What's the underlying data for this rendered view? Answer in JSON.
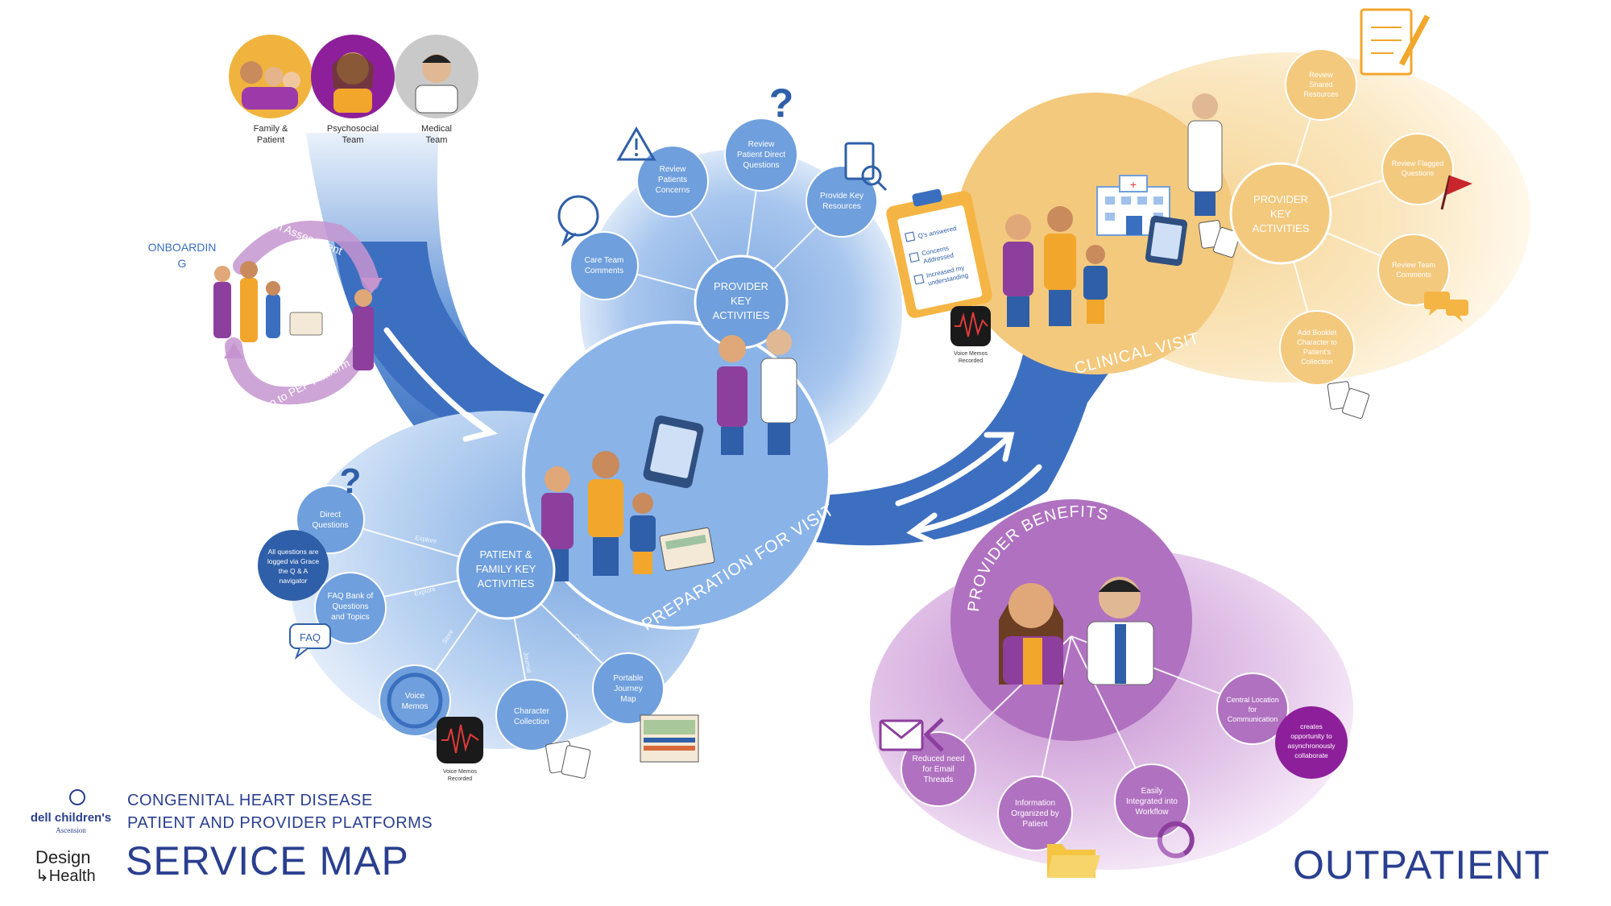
{
  "roles": {
    "family": [
      "Family &",
      "Patient"
    ],
    "psychosocial": [
      "Psychosocial",
      "Team"
    ],
    "medical": [
      "Medical",
      "Team"
    ]
  },
  "onboarding": {
    "label": [
      "ONBOARDIN",
      "G"
    ],
    "psych_assessment": "Psych Assessment",
    "intro_pep": "Intro to PEP Platform"
  },
  "provider_prep": {
    "hub": [
      "PROVIDER",
      "KEY",
      "ACTIVITIES"
    ],
    "nodes": [
      [
        "Care Team",
        "Comments"
      ],
      [
        "Review",
        "Patients",
        "Concerns"
      ],
      [
        "Review",
        "Patient Direct",
        "Questions"
      ],
      [
        "Provide Key",
        "Resources"
      ]
    ]
  },
  "prep_visit": {
    "label": "PREPARATION FOR VISIT"
  },
  "family_activities": {
    "hub": [
      "PATIENT &",
      "FAMILY KEY",
      "ACTIVITIES"
    ],
    "nodes": [
      [
        "Direct",
        "Questions"
      ],
      [
        "FAQ Bank of",
        "Questions",
        "and Topics"
      ],
      [
        "Voice",
        "Memos"
      ],
      [
        "Character",
        "Collection"
      ],
      [
        "Portable",
        "Journey",
        "Map"
      ]
    ],
    "note": [
      "All questions are",
      "logged via Grace",
      "the Q & A",
      "navigator"
    ],
    "faq_icon": "FAQ",
    "voice_memo_caption": [
      "Voice Memos",
      "Recorded"
    ],
    "connector_labels": [
      "Explore",
      "Explore",
      "Store",
      "Journal",
      "Connect"
    ]
  },
  "clinical": {
    "label": "CLINICAL VISIT",
    "hub": [
      "PROVIDER",
      "KEY",
      "ACTIVITIES"
    ],
    "nodes": [
      [
        "Review",
        "Shared",
        "Resources"
      ],
      [
        "Review Flagged",
        "Questions"
      ],
      [
        "Review Team",
        "Comments"
      ],
      [
        "Add Booklet",
        "Character to",
        "Patient's",
        "Collection"
      ]
    ],
    "clipboard": [
      "Q's answered",
      "Concerns",
      "Addressed",
      "Increased my",
      "understanding"
    ],
    "voice_memo_caption": [
      "Voice Memos",
      "Recorded"
    ]
  },
  "benefits": {
    "label": "PROVIDER BENEFITS",
    "nodes": [
      [
        "Reduced need",
        "for Email",
        "Threads"
      ],
      [
        "Information",
        "Organized by",
        "Patient"
      ],
      [
        "Easily",
        "Integrated into",
        "Workflow"
      ],
      [
        "Central Location",
        "for",
        "Communication"
      ]
    ],
    "note": [
      "creates",
      "opportunity to",
      "asynchronously",
      "collaborate"
    ]
  },
  "footer": {
    "logo_top": "dell children's",
    "logo_sub": "Ascension",
    "design_logo": [
      "Design",
      "↳Health"
    ],
    "subtitle1": "CONGENITAL HEART DISEASE",
    "subtitle2": "PATIENT AND PROVIDER PLATFORMS",
    "title": "SERVICE MAP",
    "right_title": "OUTPATIENT"
  },
  "colors": {
    "blue_dark": "#3a6fbf",
    "blue_mid": "#6f9fdc",
    "blue_light": "#a9c7ee",
    "orange": "#f3c97e",
    "orange_light": "#f8deab",
    "purple": "#8d3f9d",
    "purple_mid": "#b071c0",
    "purple_light": "#cfa6d8",
    "navy_text": "#2a3f8f"
  }
}
